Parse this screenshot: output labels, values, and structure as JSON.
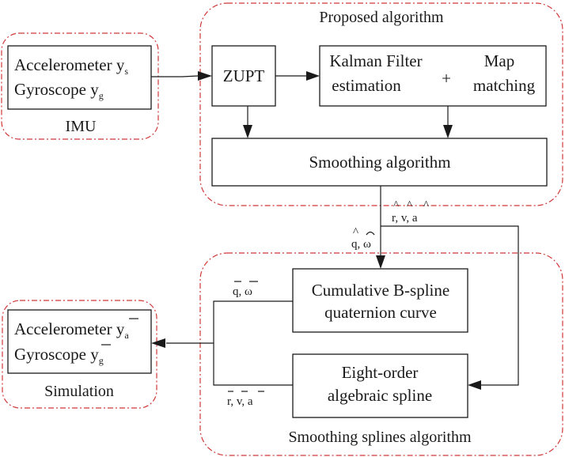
{
  "groups": {
    "imu": "IMU",
    "proposed": "Proposed algorithm",
    "simulation": "Simulation",
    "smoothing_splines": "Smoothing splines algorithm"
  },
  "imu_box": {
    "line1": "Accelerometer y",
    "line1_sub": "s",
    "line2": "Gyroscope y",
    "line2_sub": "g"
  },
  "zupt": "ZUPT",
  "kalman": {
    "line1": "Kalman Filter",
    "line2": "estimation"
  },
  "plus": "+",
  "map": {
    "line1": "Map",
    "line2": "matching"
  },
  "smoothing": "Smoothing algorithm",
  "bspline": {
    "line1": "Cumulative B-spline",
    "line2": "quaternion curve"
  },
  "eight": {
    "line1": "Eight-order",
    "line2": "algebraic spline"
  },
  "sim_box": {
    "line1": "Accelerometer y",
    "line1_sub": "a",
    "line2": "Gyroscope y",
    "line2_sub": "g"
  },
  "edge_labels": {
    "rva_hat": "r, v, a",
    "q_omega_hat": "q, ω",
    "q_omega_bar": "q, ω",
    "rva_bar": "r, v, a"
  }
}
